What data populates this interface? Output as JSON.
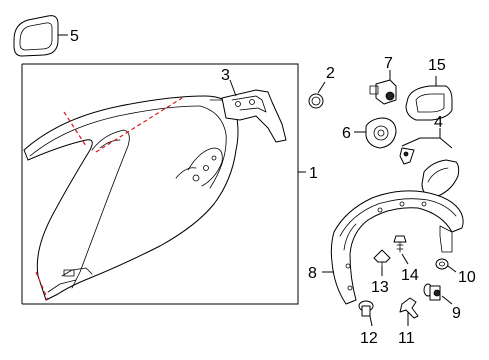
{
  "callouts": {
    "c1": "1",
    "c2": "2",
    "c3": "3",
    "c4": "4",
    "c5": "5",
    "c6": "6",
    "c7": "7",
    "c8": "8",
    "c9": "9",
    "c10": "10",
    "c11": "11",
    "c12": "12",
    "c13": "13",
    "c14": "14",
    "c15": "15"
  },
  "colors": {
    "line": "#000000",
    "cut_line": "#e0141e",
    "background": "#ffffff"
  }
}
